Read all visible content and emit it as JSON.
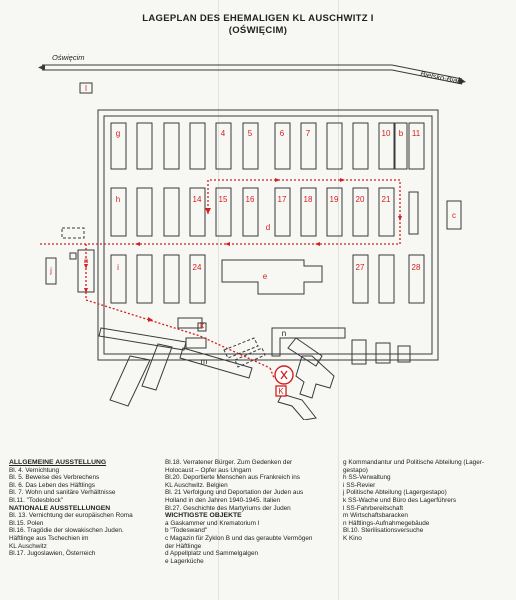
{
  "title": {
    "line1": "LAGEPLAN DES EHEMALIGEN KL AUSCHWITZ I",
    "line2": "(OŚWIĘCIM)"
  },
  "map": {
    "road_left_label": "Oświęcim",
    "road_right_label": "Bielsko-Biała",
    "blocks_top": [
      "g",
      "4",
      "5",
      "6",
      "7",
      "10",
      "b",
      "11"
    ],
    "blocks_middle": [
      "h",
      "14",
      "15",
      "16",
      "17",
      "18",
      "19",
      "20",
      "21"
    ],
    "blocks_bottom": [
      "i",
      "24",
      "27",
      "28"
    ],
    "letters": [
      "l",
      "c",
      "d",
      "j",
      "a",
      "e",
      "k",
      "m",
      "n",
      "K"
    ],
    "colors": {
      "line": "#3a3a3a",
      "route": "#d42020",
      "paper": "#f7f7f4"
    }
  },
  "legend": {
    "col1": {
      "heading1": "ALLGEMEINE AUSSTELLUNG",
      "items1": [
        "Bl.  4. Vernichtung",
        "Bl.  5. Beweise des Verbrechens",
        "Bl.  6. Das Leben des Häftlings",
        "Bl.  7. Wohn und sanitäre Verhältnisse",
        "Bl.11. \"Todesblock\""
      ],
      "heading2": "NATIONALE AUSSTELLUNGEN",
      "items2": [
        "Bl. 13. Vernichtung der europäischen Roma",
        "Bl.15. Polen",
        "Bl.16. Tragödie der slowakischen Juden.",
        "          Häftlinge aus Tschechien im",
        "          KL Auschwitz",
        "Bl.17. Jugoslawien, Österreich"
      ]
    },
    "col2": {
      "items1": [
        "Bl.18. Verratener Bürger. Zum Gedenken der",
        "          Holocaust – Opfer aus Ungarn",
        "Bl.20. Deportierte Menschen aus Frankreich ins",
        "          KL Auschwitz. Belgien",
        "Bl. 21 Verfolgung und Deportation der Juden aus",
        "          Holland in den Jahren 1940-1945. Italien",
        "Bl.27. Geschichte des Martyriums der Juden"
      ],
      "heading": "WICHTIGSTE OBJEKTE",
      "items2": [
        "a   Gaskammer und Krematorium I",
        "b   \"Todeswand\"",
        "c   Magazin für Zyklon B und das geraubte Vermögen",
        "     der Häftlinge",
        "d   Appellplatz und Sammelgalgen",
        "e   Lagerküche"
      ]
    },
    "col3": {
      "items": [
        "g  Kommandantur und Politische Abteilung (Lager-",
        "     gestapo)",
        "h  SS-Verwaltung",
        "i   SS-Revier",
        "j   Politische Abteilung (Lagergestapo)",
        "k  SS-Wache und Büro des Lagerführers",
        "l   SS-Fahrbereitschaft",
        "m  Wirtschaftsbaracken",
        "n  Häftlings-Aufnahmegebäude",
        "Bl.10. Sterilisationsversuche",
        "K  Kino"
      ]
    }
  }
}
